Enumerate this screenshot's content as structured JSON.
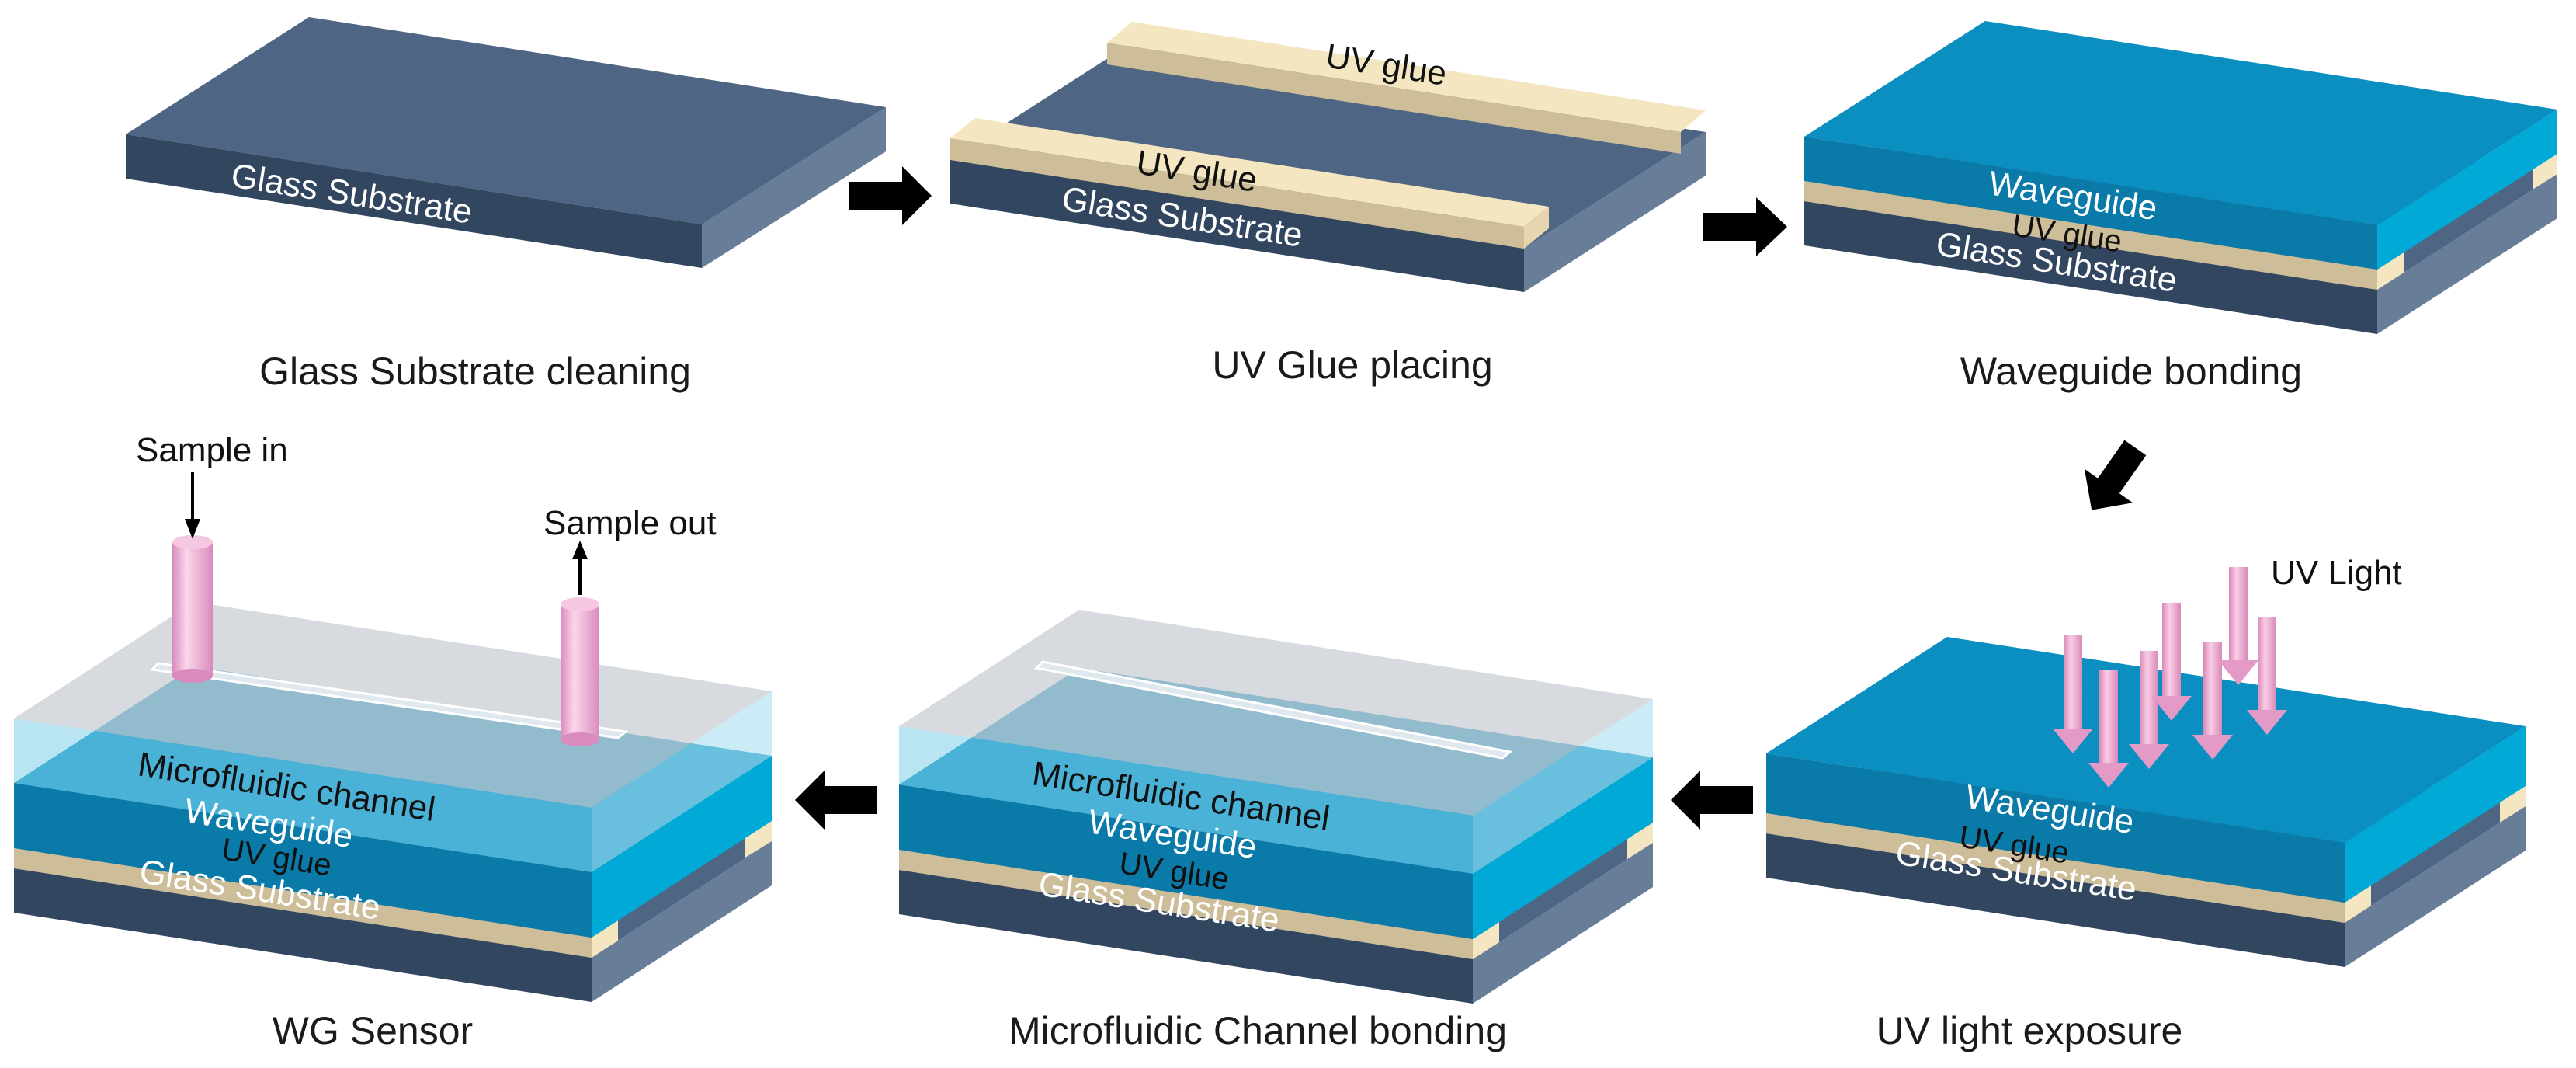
{
  "steps": [
    {
      "caption": "Glass Substrate cleaning",
      "layers": {
        "substrate": "Glass Substrate"
      }
    },
    {
      "caption": "UV Glue placing",
      "layers": {
        "glue_back": "UV glue",
        "glue_front": "UV glue",
        "substrate": "Glass Substrate"
      }
    },
    {
      "caption": "Waveguide bonding",
      "layers": {
        "waveguide": "Waveguide",
        "glue": "UV glue",
        "substrate": "Glass Substrate"
      }
    },
    {
      "caption": "UV light exposure",
      "layers": {
        "waveguide": "Waveguide",
        "glue": "UV glue",
        "substrate": "Glass Substrate"
      },
      "light_label": "UV Light"
    },
    {
      "caption": "Microfluidic Channel bonding",
      "layers": {
        "channel": "Microfluidic channel",
        "waveguide": "Waveguide",
        "glue": "UV glue",
        "substrate": "Glass Substrate"
      }
    },
    {
      "caption": "WG Sensor",
      "layers": {
        "channel": "Microfluidic channel",
        "waveguide": "Waveguide",
        "glue": "UV glue",
        "substrate": "Glass Substrate"
      },
      "inlet_label": "Sample in",
      "outlet_label": "Sample out"
    }
  ],
  "colors": {
    "substrate_top": "#4e6683",
    "substrate_front": "#33465f",
    "substrate_side": "#677d98",
    "glue_top": "#f4e6c0",
    "glue_front": "#cdbd98",
    "waveguide_top": "#0a8fc0",
    "waveguide_front": "#0a7aa8",
    "waveguide_side": "#00a9d6",
    "glass": "#c8cdd3",
    "tube": "#f1b6d8",
    "arrow": "#000000"
  }
}
